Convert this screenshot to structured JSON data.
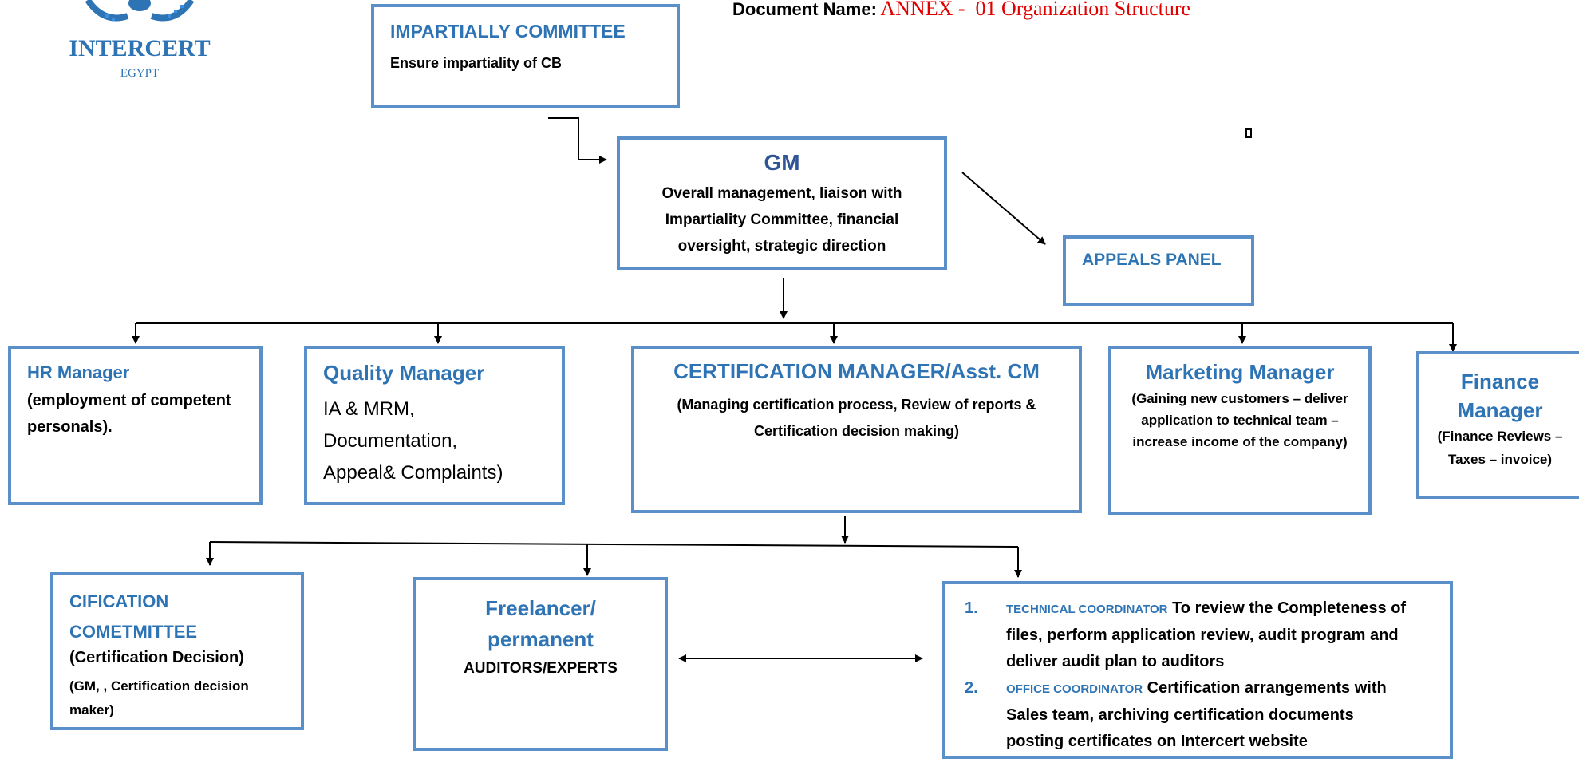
{
  "logo": {
    "name": "INTERCERT",
    "sub": "EGYPT"
  },
  "document": {
    "label": "Document Name:",
    "value": "ANNEX -  01 Organization Structure"
  },
  "nodes": {
    "impartiality": {
      "title": "IMPARTIALLY COMMITTEE",
      "desc": "Ensure impartiality of CB"
    },
    "gm": {
      "title": "GM",
      "desc": "Overall management, liaison with Impartiality Committee, financial oversight, strategic direction"
    },
    "appeals": {
      "title": "APPEALS PANEL"
    },
    "hr": {
      "title": "HR Manager",
      "desc": "(employment of competent personals)."
    },
    "quality": {
      "title": "Quality Manager",
      "desc_lines": [
        "IA & MRM,",
        "Documentation,",
        "Appeal& Complaints)"
      ]
    },
    "cert_manager": {
      "title": "CERTIFICATION MANAGER/Asst. CM",
      "desc": "(Managing certification process, Review of reports & Certification decision making)"
    },
    "marketing": {
      "title": "Marketing Manager",
      "desc": "(Gaining new customers – deliver application to technical team – increase income of the company)"
    },
    "finance": {
      "title_lines": [
        "Finance",
        "Manager"
      ],
      "desc": "(Finance Reviews – Taxes – invoice)"
    },
    "cert_committee": {
      "title_lines": [
        "CIFICATION",
        "COMETMITTEE"
      ],
      "desc1": "(Certification Decision)",
      "desc2": "(GM, , Certification decision maker)"
    },
    "auditors": {
      "title_lines": [
        "Freelancer/",
        "permanent"
      ],
      "desc": "AUDITORS/EXPERTS"
    },
    "coordinators": {
      "items": [
        {
          "num": "1.",
          "role": "TECHNICAL COORDINATOR",
          "text": "To review the Completeness of files, perform application review, audit program and deliver audit plan to auditors"
        },
        {
          "num": "2.",
          "role": "OFFICE COORDINATOR",
          "text": "Certification arrangements with Sales team, archiving certification documents  posting certificates on  Intercert website"
        }
      ]
    }
  },
  "colors": {
    "border": "#5b8fc9",
    "title_blue": "#2e74b5",
    "title_dark_blue": "#2f5596",
    "doc_red": "#e00000"
  }
}
